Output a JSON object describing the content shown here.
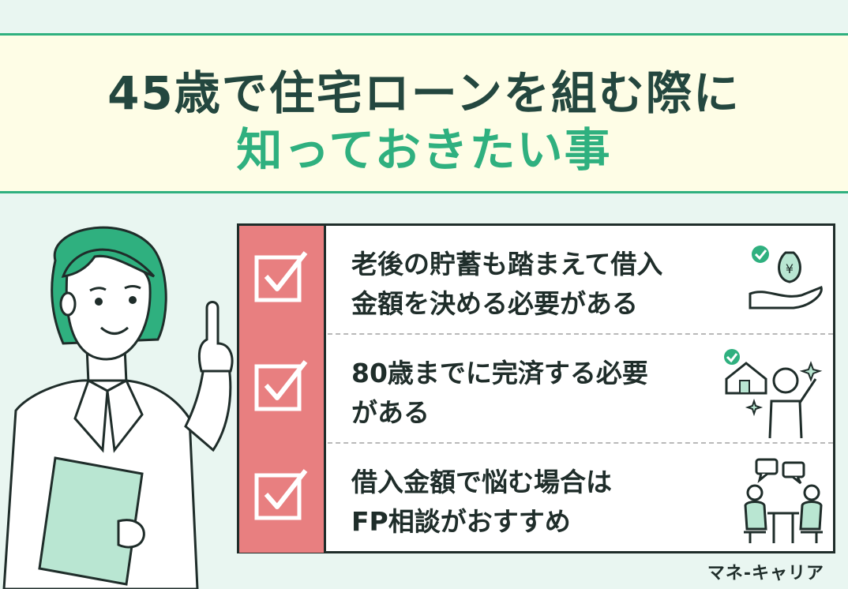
{
  "title": {
    "line1": "45歳で住宅ローンを組む際に",
    "line2": "知っておきたい事"
  },
  "items": [
    {
      "line1": "老後の貯蓄も踏まえて借入",
      "line2": "金額を決める必要がある",
      "icon": "money-hand-icon"
    },
    {
      "line1": "80歳までに完済する必要",
      "line2": "がある",
      "icon": "house-celebrate-icon"
    },
    {
      "line1": "借入金額で悩む場合は",
      "line2": "FP相談がおすすめ",
      "icon": "consultation-icon"
    }
  ],
  "brand": "マネ-キャリア",
  "colors": {
    "accent": "#2fb07f",
    "title_dark": "#24473f",
    "banner_bg": "#fefde6",
    "check_bg": "#e87f80",
    "page_bg": "#e9f6f1"
  }
}
